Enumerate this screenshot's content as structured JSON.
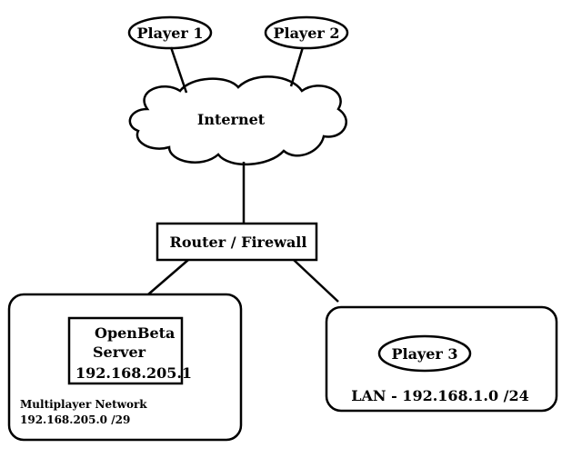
{
  "diagram": {
    "players": {
      "player1": "Player 1",
      "player2": "Player 2",
      "player3": "Player 3"
    },
    "internet": "Internet",
    "router": "Router / Firewall",
    "server": {
      "line1": "OpenBeta",
      "line2": "Server",
      "line3": "192.168.205.1"
    },
    "multiplayer_network": {
      "line1": "Multiplayer Network",
      "line2": "192.168.205.0 /29"
    },
    "lan": "LAN - 192.168.1.0 /24"
  }
}
